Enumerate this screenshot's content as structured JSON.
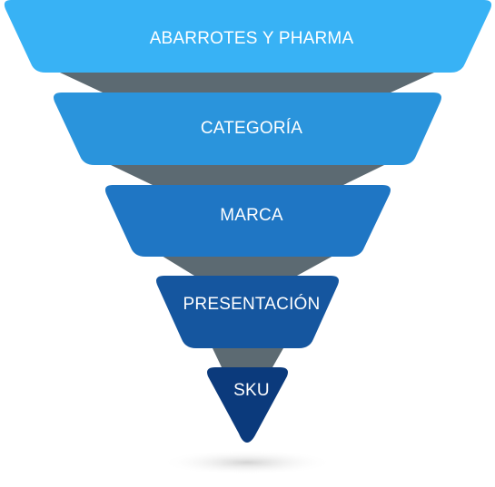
{
  "funnel": {
    "levels": [
      {
        "label": "ABARROTES Y PHARMA",
        "color": "#38b2f5"
      },
      {
        "label": "CATEGORÍA",
        "color": "#2a94dc"
      },
      {
        "label": "MARCA",
        "color": "#1f76c4"
      },
      {
        "label": "PRESENTACIÓN",
        "color": "#15569f"
      },
      {
        "label": "SKU",
        "color": "#0b3a7c"
      }
    ],
    "connector_color": "#5c6a72",
    "shadow_color": "#d9d9d9"
  }
}
